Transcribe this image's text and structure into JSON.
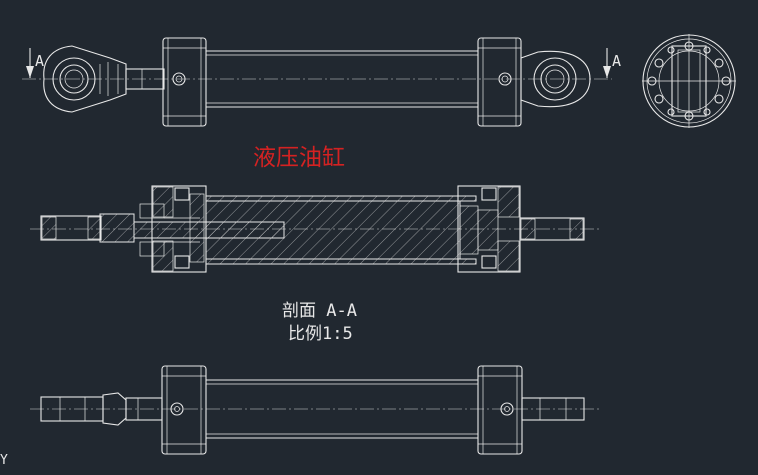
{
  "title": "液压油缸",
  "section_label": "剖面 A-A",
  "scale_label": "比例1:5",
  "section_marker_left": "A",
  "section_marker_right": "A",
  "ucs_axis_label": "Y",
  "colors": {
    "background": "#212830",
    "lines": "#e8e8e8",
    "title": "#d42222"
  }
}
